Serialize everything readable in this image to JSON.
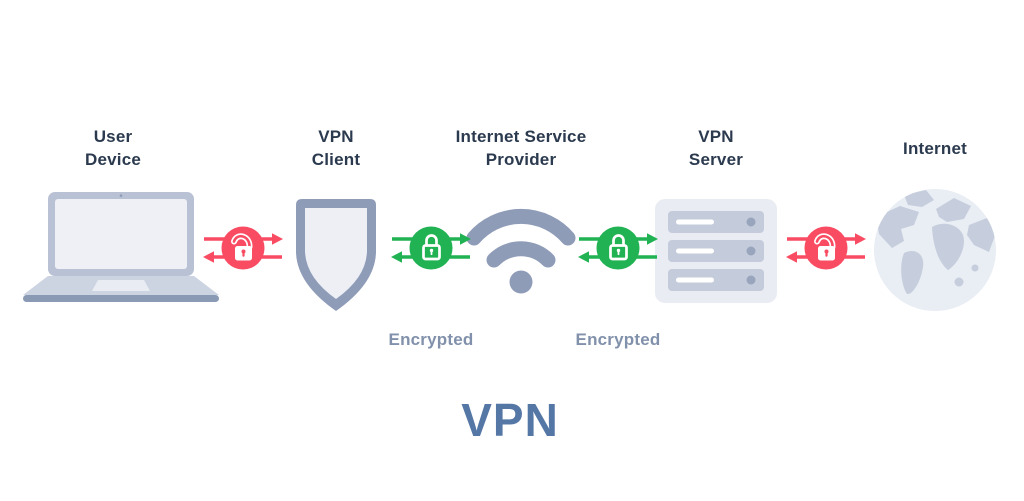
{
  "diagram": {
    "title": "VPN",
    "nodes": [
      {
        "id": "user-device",
        "label": "User\nDevice",
        "icon": "laptop-icon"
      },
      {
        "id": "vpn-client",
        "label": "VPN\nClient",
        "icon": "shield-icon"
      },
      {
        "id": "isp",
        "label": "Internet Service\nProvider",
        "icon": "wifi-icon"
      },
      {
        "id": "vpn-server",
        "label": "VPN\nServer",
        "icon": "server-icon"
      },
      {
        "id": "internet",
        "label": "Internet",
        "icon": "globe-icon"
      }
    ],
    "links": [
      {
        "between": [
          "user-device",
          "vpn-client"
        ],
        "state": "unencrypted",
        "lock": "unlocked",
        "color": "#f94b62"
      },
      {
        "between": [
          "vpn-client",
          "isp"
        ],
        "state": "encrypted",
        "lock": "locked",
        "label": "Encrypted",
        "color": "#21b253"
      },
      {
        "between": [
          "isp",
          "vpn-server"
        ],
        "state": "encrypted",
        "lock": "locked",
        "label": "Encrypted",
        "color": "#21b253"
      },
      {
        "between": [
          "vpn-server",
          "internet"
        ],
        "state": "unencrypted",
        "lock": "unlocked",
        "color": "#f94b62"
      }
    ]
  },
  "colors": {
    "background": "#ffffff",
    "heading_text": "#2b3a4e",
    "icon_primary": "#8f9cb8",
    "icon_light_fill": "#edeff5",
    "icon_mid_fill": "#c5cddc",
    "encrypted_green": "#21b253",
    "unencrypted_red": "#f94b62",
    "encrypted_label_text": "#8191ab",
    "title_blue": "#5577a6"
  }
}
